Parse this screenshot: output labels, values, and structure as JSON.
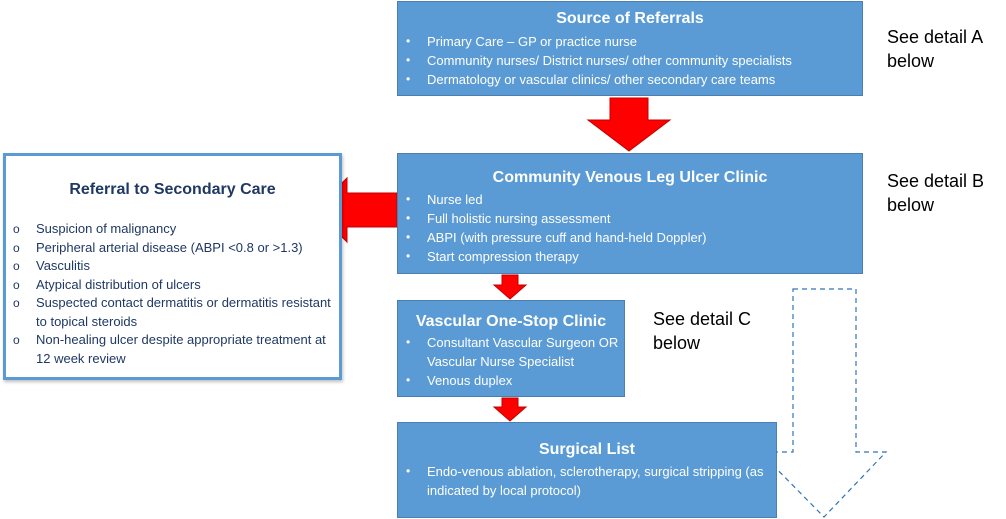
{
  "source": {
    "title": "Source of Referrals",
    "items": [
      "Primary Care – GP or practice nurse",
      "Community nurses/ District nurses/ other community specialists",
      "Dermatology or vascular clinics/ other secondary care teams"
    ]
  },
  "clinic": {
    "title": "Community Venous Leg Ulcer Clinic",
    "items": [
      "Nurse led",
      "Full holistic nursing assessment",
      "ABPI (with pressure cuff and hand-held Doppler)",
      "Start compression therapy"
    ]
  },
  "vascular": {
    "title": "Vascular One-Stop Clinic",
    "items": [
      "Consultant Vascular Surgeon OR Vascular Nurse Specialist",
      "Venous duplex"
    ]
  },
  "surgical": {
    "title": "Surgical List",
    "items": [
      "Endo-venous ablation, sclerotherapy, surgical stripping (as indicated by local protocol)"
    ]
  },
  "secondary": {
    "title": "Referral to Secondary Care",
    "items": [
      "Suspicion of malignancy",
      "Peripheral arterial disease (ABPI <0.8 or >1.3)",
      "Vasculitis",
      "Atypical distribution of ulcers",
      "Suspected contact dermatitis or dermatitis resistant to topical steroids",
      "Non-healing ulcer despite appropriate treatment at 12 week review"
    ]
  },
  "notes": {
    "a": "See detail A below",
    "b": "See detail B below",
    "c": "See detail C below"
  },
  "colors": {
    "box_fill": "#5b9bd5",
    "arrow_fill": "#ff0000",
    "secondary_text": "#1f3864"
  }
}
